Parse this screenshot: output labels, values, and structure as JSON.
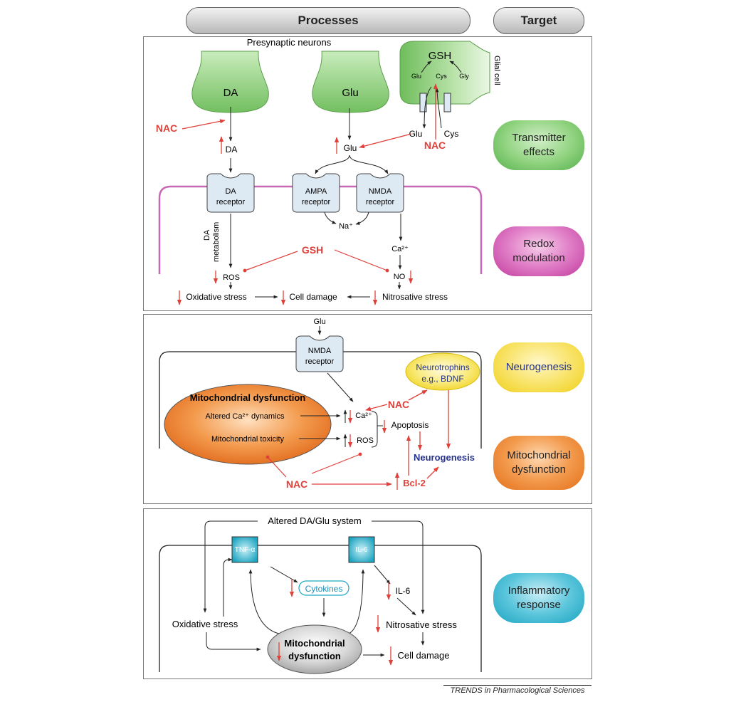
{
  "headers": {
    "processes": "Processes",
    "target": "Target"
  },
  "targets": {
    "transmitter": "Transmitter effects",
    "redox": "Redox modulation",
    "neurogenesis": "Neurogenesis",
    "mito": "Mitochondrial dysfunction",
    "inflammatory": "Inflammatory response"
  },
  "panel1": {
    "presynaptic": "Presynaptic neurons",
    "da_neuron": "DA",
    "glu_neuron": "Glu",
    "gsh": "GSH",
    "glial_glu": "Glu",
    "glial_cys": "Cys",
    "glial_gly": "Gly",
    "glial_cell": "Glial cell",
    "nac": "NAC",
    "nac2": "NAC",
    "da": "DA",
    "glu": "Glu",
    "glu_out": "Glu",
    "cys_out": "Cys",
    "da_receptor_1": "DA",
    "da_receptor_2": "receptor",
    "ampa_1": "AMPA",
    "ampa_2": "receptor",
    "nmda_1": "NMDA",
    "nmda_2": "receptor",
    "na": "Na⁺",
    "da_metab_1": "DA",
    "da_metab_2": "metabolism",
    "gsh_mid": "GSH",
    "ca": "Ca²⁺",
    "ros": "ROS",
    "no": "NO",
    "oxidative": "Oxidative stress",
    "cell_damage": "Cell damage",
    "nitrosative": "Nitrosative stress"
  },
  "panel2": {
    "glu": "Glu",
    "nmda_1": "NMDA",
    "nmda_2": "receptor",
    "mito_title": "Mitochondrial dysfunction",
    "altered_ca": "Altered Ca²⁺ dynamics",
    "mito_tox": "Mitochondrial toxicity",
    "ca": "Ca²⁺",
    "ros": "ROS",
    "nac_top": "NAC",
    "neurotrophins_1": "Neurotrophins",
    "neurotrophins_2": "e.g., BDNF",
    "apoptosis": "Apoptosis",
    "neurogenesis": "Neurogenesis",
    "nac_bottom": "NAC",
    "bcl2": "Bcl-2"
  },
  "panel3": {
    "altered_system": "Altered DA/Glu system",
    "tnf": "TNF-α",
    "il6_box": "IL-6",
    "cytokines": "Cytokines",
    "il6": "IL-6",
    "oxidative": "Oxidative stress",
    "nitrosative": "Nitrosative stress",
    "mito_1": "Mitochondrial",
    "mito_2": "dysfunction",
    "cell_damage": "Cell damage"
  },
  "footer": "TRENDS in Pharmacological Sciences",
  "colors": {
    "red": "#e0403a",
    "neuron_green": "#8fcf7c",
    "receptor_blue": "#dde9f3",
    "membrane_pink": "#c868b4",
    "pill_green": "#5db55a",
    "pill_magenta": "#c0399a",
    "pill_yellow": "#f3dc3c",
    "pill_orange": "#e87a1e",
    "pill_teal": "#1aa6c2",
    "navy": "#27338a"
  }
}
